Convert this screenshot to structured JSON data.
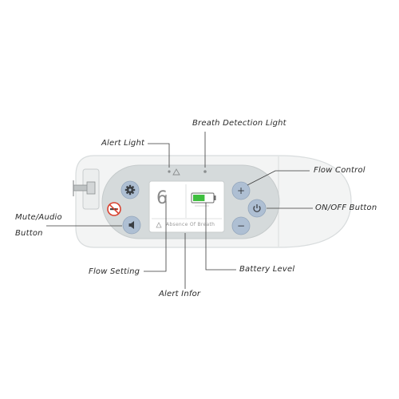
{
  "labels": {
    "breath_detection_light": "Breath Detection Light",
    "alert_light": "Alert Light",
    "flow_control": "Flow Control",
    "on_off_button": "ON/OFF Button",
    "mute_audio_button_line1": "Mute/Audio",
    "mute_audio_button_line2": "Button",
    "flow_setting": "Flow Setting",
    "battery_level": "Battery Level",
    "alert_infor": "Alert Infor"
  },
  "screen": {
    "flow_value": "6",
    "message": "Absence Of Breath"
  },
  "buttons": {
    "plus": "+",
    "minus": "−"
  },
  "colors": {
    "device_body": "#f3f4f4",
    "panel": "#d5dadb",
    "button_blue": "#aebfd3",
    "battery_green": "#3fbf3f",
    "no_smoking_red": "#d9412f"
  },
  "icons": {
    "settings": "gear-icon",
    "no_smoking": "no-smoking-icon",
    "mute": "speaker-icon",
    "power": "power-icon",
    "alert": "alert-triangle-icon",
    "battery": "battery-icon"
  },
  "battery": {
    "level": 0.6
  }
}
